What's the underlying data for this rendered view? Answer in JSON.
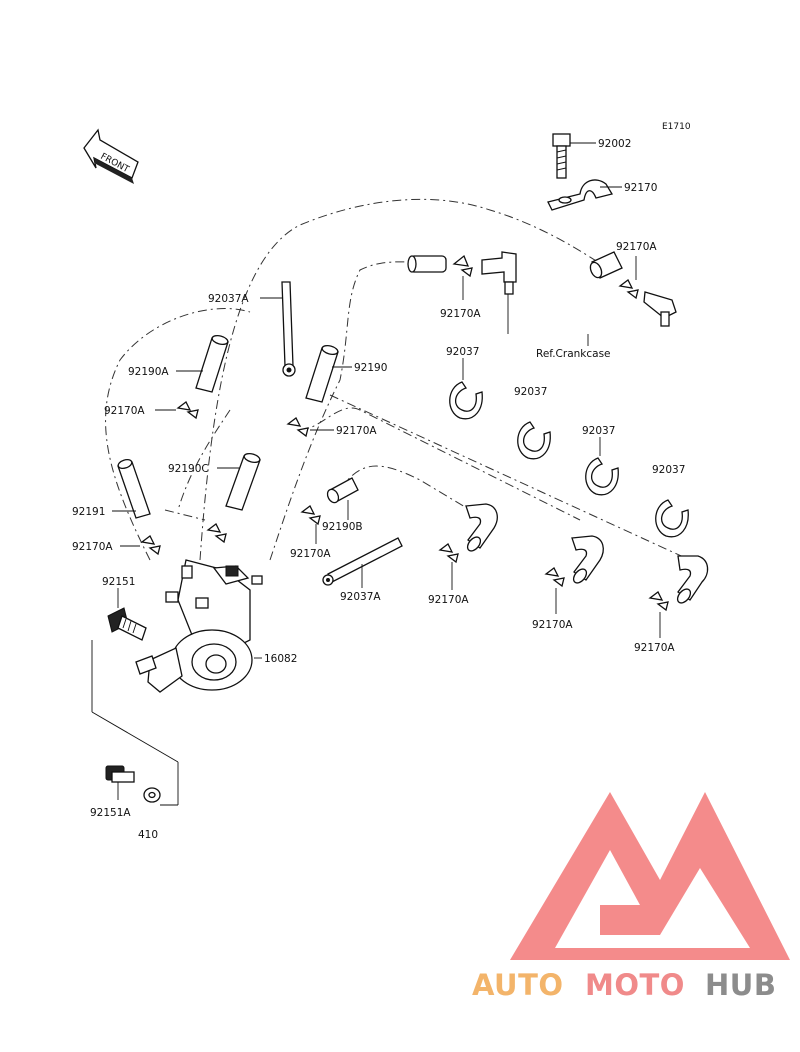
{
  "diagram": {
    "code": "E1710",
    "front_label": "FRONT",
    "ref_note": "Ref.Crankcase",
    "labels": {
      "p92002": "92002",
      "p92170_top": "92170",
      "p92170A_top": "92170A",
      "p92170A_a": "92170A",
      "p92037_1": "92037",
      "p92037_2": "92037",
      "p92037_3": "92037",
      "p92037_4": "92037",
      "p92037A_upper": "92037A",
      "p92190": "92190",
      "p92190A": "92190A",
      "p92170A_left1": "92170A",
      "p92170A_mid": "92170A",
      "p92190C": "92190C",
      "p92191": "92191",
      "p92190B": "92190B",
      "p92170A_left2": "92170A",
      "p92170A_center": "92170A",
      "p92151": "92151",
      "p16082": "16082",
      "p92037A_lower": "92037A",
      "p92170A_b1": "92170A",
      "p92170A_b2": "92170A",
      "p92170A_b3": "92170A",
      "p92151A": "92151A",
      "p410": "410"
    }
  },
  "watermark": {
    "word_auto": "AUTO",
    "word_moto": "MOTO",
    "word_hub": "HUB",
    "colors": {
      "auto": "#f3b46a",
      "moto": "#f08a8a",
      "hub": "#8c8c8c",
      "triangle": "#f06464"
    }
  }
}
